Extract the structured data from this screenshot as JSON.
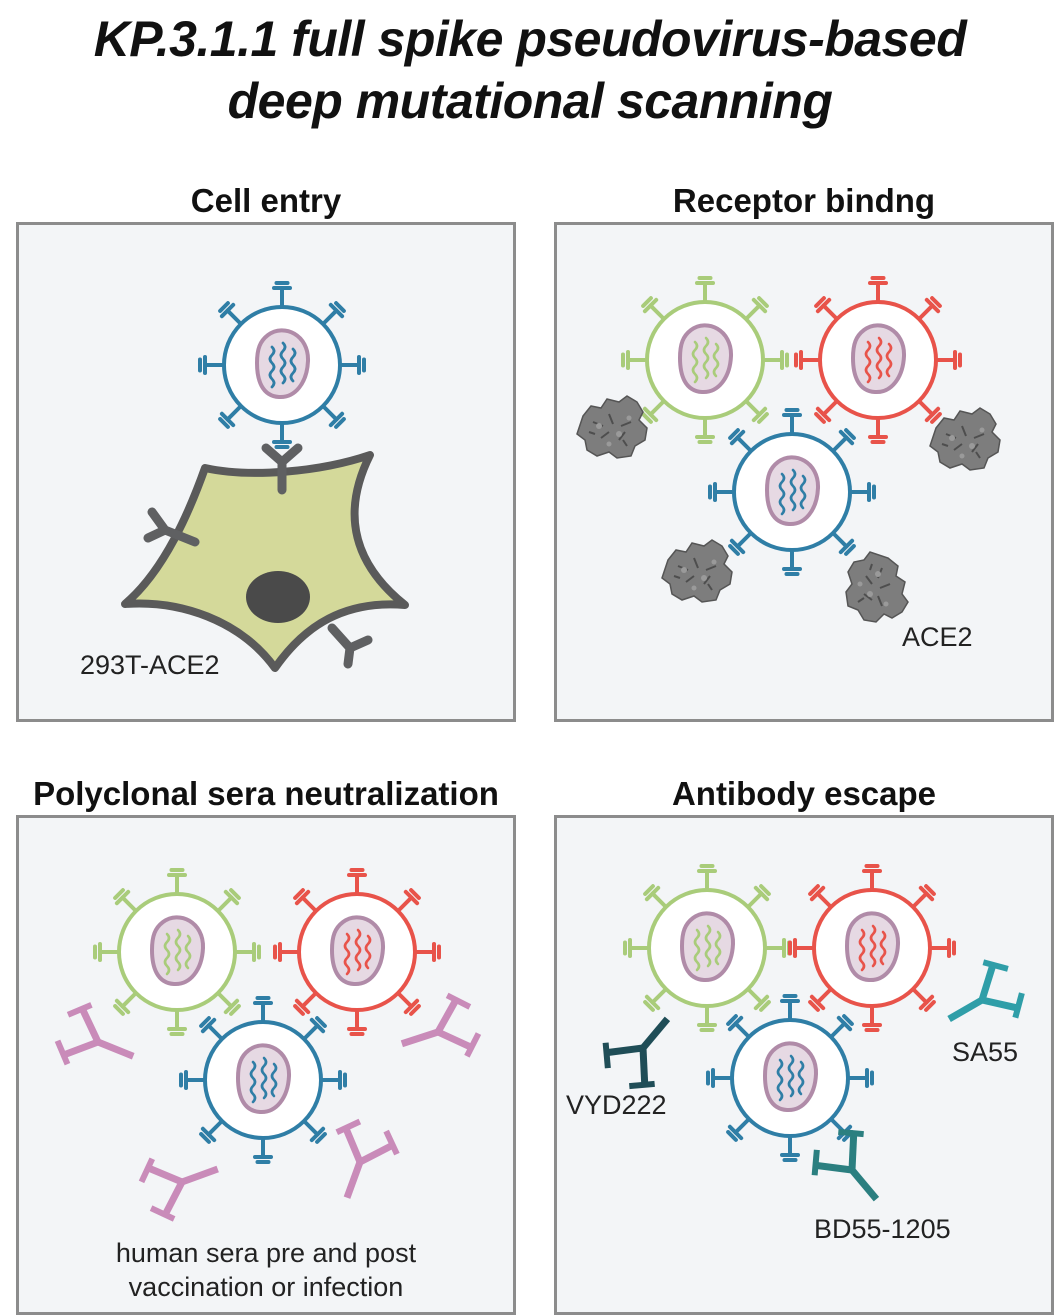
{
  "title_line1": "KP.3.1.1 full spike pseudovirus-based",
  "title_line2": "deep mutational scanning",
  "panels": {
    "cell_entry": {
      "title": "Cell entry",
      "cell_label": "293T-ACE2"
    },
    "receptor_binding": {
      "title": "Receptor bindng",
      "receptor_label": "ACE2"
    },
    "polyclonal": {
      "title": "Polyclonal sera neutralization",
      "sera_line1": "human sera pre and post",
      "sera_line2": "vaccination or infection"
    },
    "antibody_escape": {
      "title": "Antibody escape",
      "antibodies": [
        "VYD222",
        "SA55",
        "BD55-1205"
      ]
    }
  },
  "colors": {
    "virus_blue": "#2f7ea6",
    "virus_green": "#a9cc7a",
    "virus_red": "#e8534a",
    "antibody_pink": "#c98bb9",
    "antibody_dark": "#1f4d57",
    "antibody_teal": "#2f9ea8",
    "antibody_mid": "#2b7f80",
    "cell_fill": "#d4d99a",
    "protein_gray": "#6f6f6f"
  }
}
